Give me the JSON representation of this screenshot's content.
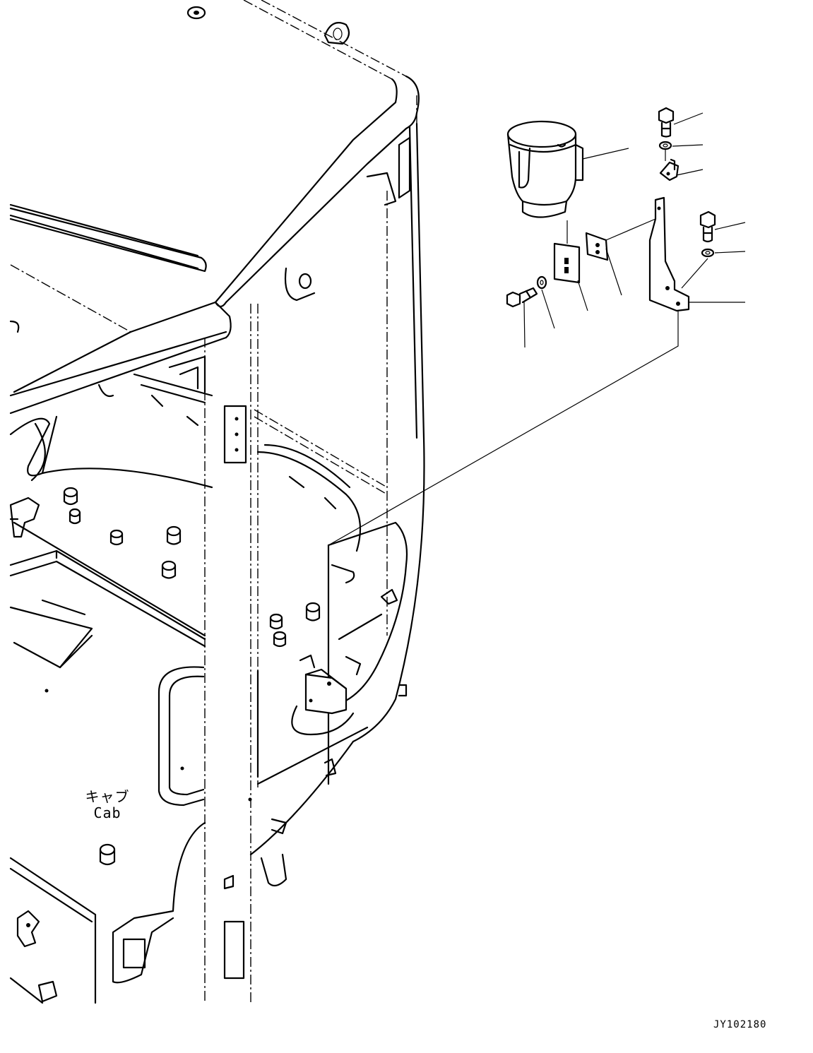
{
  "labels": {
    "cab_japanese": "キャブ",
    "cab_english": "Cab",
    "drawing_id": "JY102180"
  },
  "icons": [
    "cup-holder-icon",
    "bolt-icon",
    "washer-icon",
    "bracket-icon",
    "clip-icon",
    "plate-icon",
    "mount-plate-icon",
    "cab-frame-icon"
  ]
}
